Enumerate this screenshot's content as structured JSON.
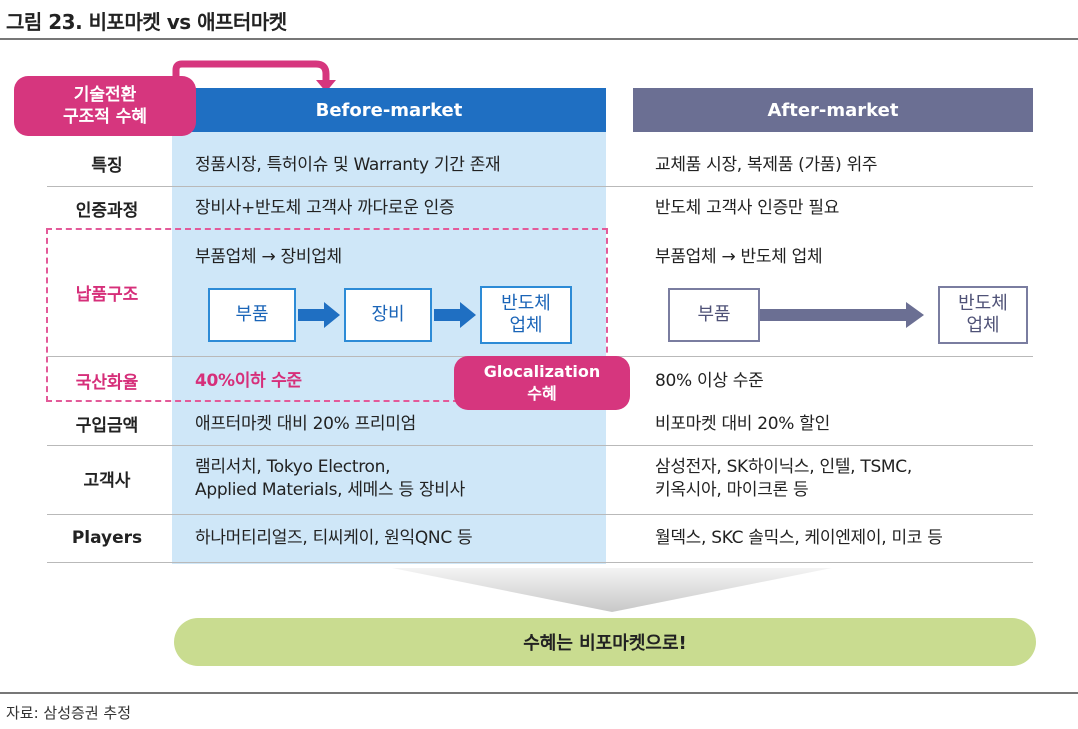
{
  "title": "그림 23.  비포마켓 vs 애프터마켓",
  "source": "자료: 삼성증권 추정",
  "badges": {
    "tech_line1": "기술전환",
    "tech_line2": "구조적 수혜",
    "glocal_line1": "Glocalization",
    "glocal_line2": "수혜"
  },
  "headers": {
    "before": "Before-market",
    "after": "After-market"
  },
  "rows": [
    {
      "label": "특징",
      "before": "정품시장, 특허이슈 및 Warranty 기간 존재",
      "after": "교체품 시장, 복제품 (가품) 위주"
    },
    {
      "label": "인증과정",
      "before": "장비사+반도체 고객사 까다로운 인증",
      "after": "반도체 고객사 인증만 필요"
    },
    {
      "label": "납품구조",
      "before": "부품업체 → 장비업체",
      "after": "부품업체 → 반도체 업체"
    },
    {
      "label": "국산화율",
      "before": "40%이하 수준",
      "after": "80% 이상 수준"
    },
    {
      "label": "구입금액",
      "before": "애프터마켓 대비 20% 프리미엄",
      "after": "비포마켓 대비 20% 할인"
    },
    {
      "label": "고객사",
      "before_line1": "램리서치, Tokyo Electron,",
      "before_line2": "Applied Materials, 세메스 등 장비사",
      "after_line1": "삼성전자, SK하이닉스, 인텔, TSMC,",
      "after_line2": "키옥시아, 마이크론 등"
    },
    {
      "label": "Players",
      "before": "하나머티리얼즈, 티씨케이, 원익QNC 등",
      "after": "월덱스, SKC 솔믹스, 케이엔제이, 미코 등"
    }
  ],
  "flow_before": {
    "box1": "부품",
    "box2": "장비",
    "box3_line1": "반도체",
    "box3_line2": "업체"
  },
  "flow_after": {
    "box1": "부품",
    "box2_line1": "반도체",
    "box2_line2": "업체"
  },
  "benefit": "수혜는 비포마켓으로!",
  "colors": {
    "before_header": "#1f6fc2",
    "after_header": "#6b6f93",
    "before_bg": "#cfe7f8",
    "accent_pink": "#d6367e",
    "benefit_bg": "#c9dc90"
  }
}
